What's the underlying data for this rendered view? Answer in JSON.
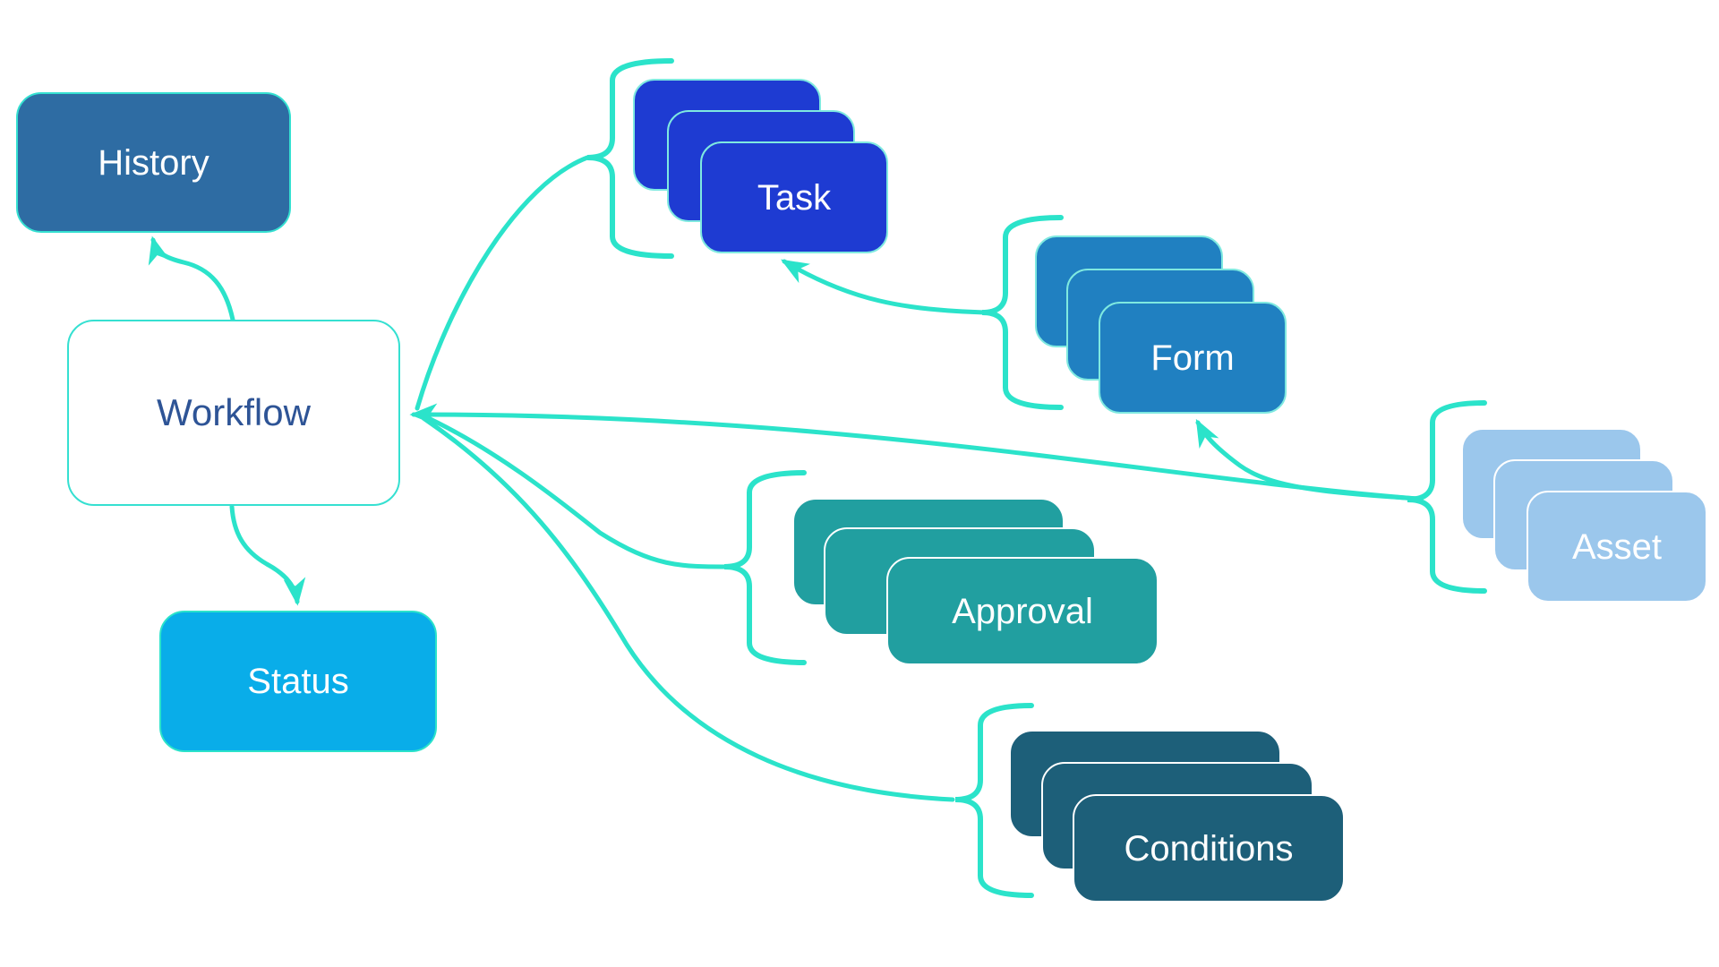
{
  "diagram": {
    "connector_color": "#2BE3CA",
    "nodes": {
      "history": {
        "label": "History",
        "fill": "#2E6CA3",
        "text_color": "#FFFFFF",
        "type": "single"
      },
      "workflow": {
        "label": "Workflow",
        "fill": "#FFFFFF",
        "text_color": "#2E5496",
        "type": "single"
      },
      "status": {
        "label": "Status",
        "fill": "#09ADE9",
        "text_color": "#FFFFFF",
        "type": "single"
      },
      "task": {
        "label": "Task",
        "fill": "#1E3BD2",
        "text_color": "#FFFFFF",
        "type": "stack",
        "stack_count": 3
      },
      "form": {
        "label": "Form",
        "fill": "#2080C1",
        "text_color": "#FFFFFF",
        "type": "stack",
        "stack_count": 3
      },
      "asset": {
        "label": "Asset",
        "fill": "#9BC7EC",
        "text_color": "#FFFFFF",
        "type": "stack",
        "stack_count": 3
      },
      "approval": {
        "label": "Approval",
        "fill": "#219FA0",
        "text_color": "#FFFFFF",
        "type": "stack",
        "stack_count": 3
      },
      "conditions": {
        "label": "Conditions",
        "fill": "#1D5F79",
        "text_color": "#FFFFFF",
        "type": "stack",
        "stack_count": 3
      }
    },
    "edges": [
      {
        "from": "workflow",
        "to": "history"
      },
      {
        "from": "workflow",
        "to": "status"
      },
      {
        "from": "task",
        "to": "workflow"
      },
      {
        "from": "approval",
        "to": "workflow"
      },
      {
        "from": "conditions",
        "to": "workflow"
      },
      {
        "from": "asset",
        "to": "workflow"
      },
      {
        "from": "form",
        "to": "task"
      },
      {
        "from": "asset",
        "to": "form"
      }
    ]
  }
}
